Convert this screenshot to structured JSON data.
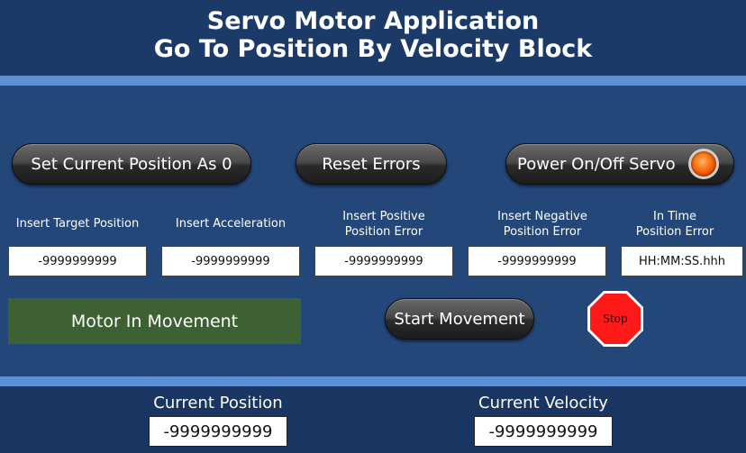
{
  "header": {
    "title_line1": "Servo Motor Application",
    "title_line2": "Go To Position By Velocity Block"
  },
  "buttons": {
    "set_position_zero": "Set Current Position As 0",
    "reset_errors": "Reset Errors",
    "power_servo": "Power On/Off Servo",
    "start_movement": "Start Movement",
    "stop": "Stop"
  },
  "inputs": {
    "target_position": {
      "label": "Insert Target Position",
      "value": "-9999999999"
    },
    "acceleration": {
      "label": "Insert Acceleration",
      "value": "-9999999999"
    },
    "positive_error": {
      "label_line1": "Insert Positive",
      "label_line2": "Position Error",
      "value": "-9999999999"
    },
    "negative_error": {
      "label_line1": "Insert Negative",
      "label_line2": "Position Error",
      "value": "-9999999999"
    },
    "in_time_error": {
      "label_line1": "In Time",
      "label_line2": "Position Error",
      "value": "HH:MM:SS.hhh"
    }
  },
  "status": {
    "motor": "Motor In Movement"
  },
  "footer": {
    "current_position": {
      "label": "Current Position",
      "value": "-9999999999"
    },
    "current_velocity": {
      "label": "Current Velocity",
      "value": "-9999999999"
    }
  },
  "colors": {
    "background": "#24477a",
    "header": "#1c3a67",
    "stripe": "#5c8fd4",
    "status_green": "#3d6132",
    "stop_red": "#ff1a1a",
    "power_led": "#ff7a1a"
  },
  "icons": {
    "power_indicator": "power-led-indicator",
    "stop_sign": "stop-octagon-icon"
  }
}
